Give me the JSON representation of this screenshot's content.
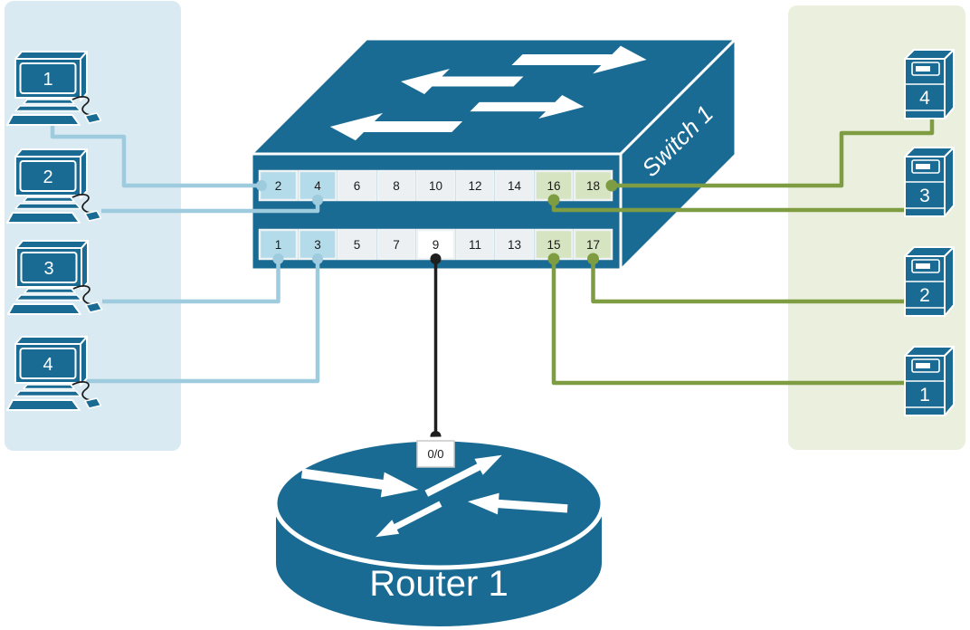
{
  "diagram": {
    "type": "network-topology",
    "description": "LAN diagram: four PCs and four servers connected to an 18-port switch, router uplink on port 9"
  },
  "switch": {
    "name": "Switch 1",
    "ports_top": [
      {
        "label": "2",
        "type": "pc"
      },
      {
        "label": "4",
        "type": "pc"
      },
      {
        "label": "6",
        "type": "unused"
      },
      {
        "label": "8",
        "type": "unused"
      },
      {
        "label": "10",
        "type": "unused"
      },
      {
        "label": "12",
        "type": "unused"
      },
      {
        "label": "14",
        "type": "unused"
      },
      {
        "label": "16",
        "type": "server"
      },
      {
        "label": "18",
        "type": "server"
      }
    ],
    "ports_bottom": [
      {
        "label": "1",
        "type": "pc"
      },
      {
        "label": "3",
        "type": "pc"
      },
      {
        "label": "5",
        "type": "unused"
      },
      {
        "label": "7",
        "type": "unused"
      },
      {
        "label": "9",
        "type": "router"
      },
      {
        "label": "11",
        "type": "unused"
      },
      {
        "label": "13",
        "type": "unused"
      },
      {
        "label": "15",
        "type": "server"
      },
      {
        "label": "17",
        "type": "server"
      }
    ]
  },
  "router": {
    "name": "Router 1",
    "interface_label": "0/0"
  },
  "pcs": [
    {
      "label": "1"
    },
    {
      "label": "2"
    },
    {
      "label": "3"
    },
    {
      "label": "4"
    }
  ],
  "servers": [
    {
      "label": "4"
    },
    {
      "label": "3"
    },
    {
      "label": "2"
    },
    {
      "label": "1"
    }
  ],
  "connections": [
    {
      "from": "pc-1",
      "to": "switch-port-2"
    },
    {
      "from": "pc-2",
      "to": "switch-port-4"
    },
    {
      "from": "pc-3",
      "to": "switch-port-1"
    },
    {
      "from": "pc-4",
      "to": "switch-port-3"
    },
    {
      "from": "server-4",
      "to": "switch-port-18"
    },
    {
      "from": "server-3",
      "to": "switch-port-16"
    },
    {
      "from": "server-2",
      "to": "switch-port-17"
    },
    {
      "from": "server-1",
      "to": "switch-port-15"
    },
    {
      "from": "router-1 interface 0/0",
      "to": "switch-port-9"
    }
  ],
  "colors": {
    "device_blue": "#1A6B94",
    "pc_zone_bg": "#D9EAF2",
    "server_zone_bg": "#EAF0DD",
    "pc_port_fill": "#B3DBEA",
    "server_port_fill": "#D7E4C1",
    "unused_port_fill": "#ECF0F2",
    "router_port_fill": "#FFFFFF",
    "pc_link": "#9FCBDE",
    "server_link": "#7E9C42",
    "router_link": "#1F1F1F"
  }
}
